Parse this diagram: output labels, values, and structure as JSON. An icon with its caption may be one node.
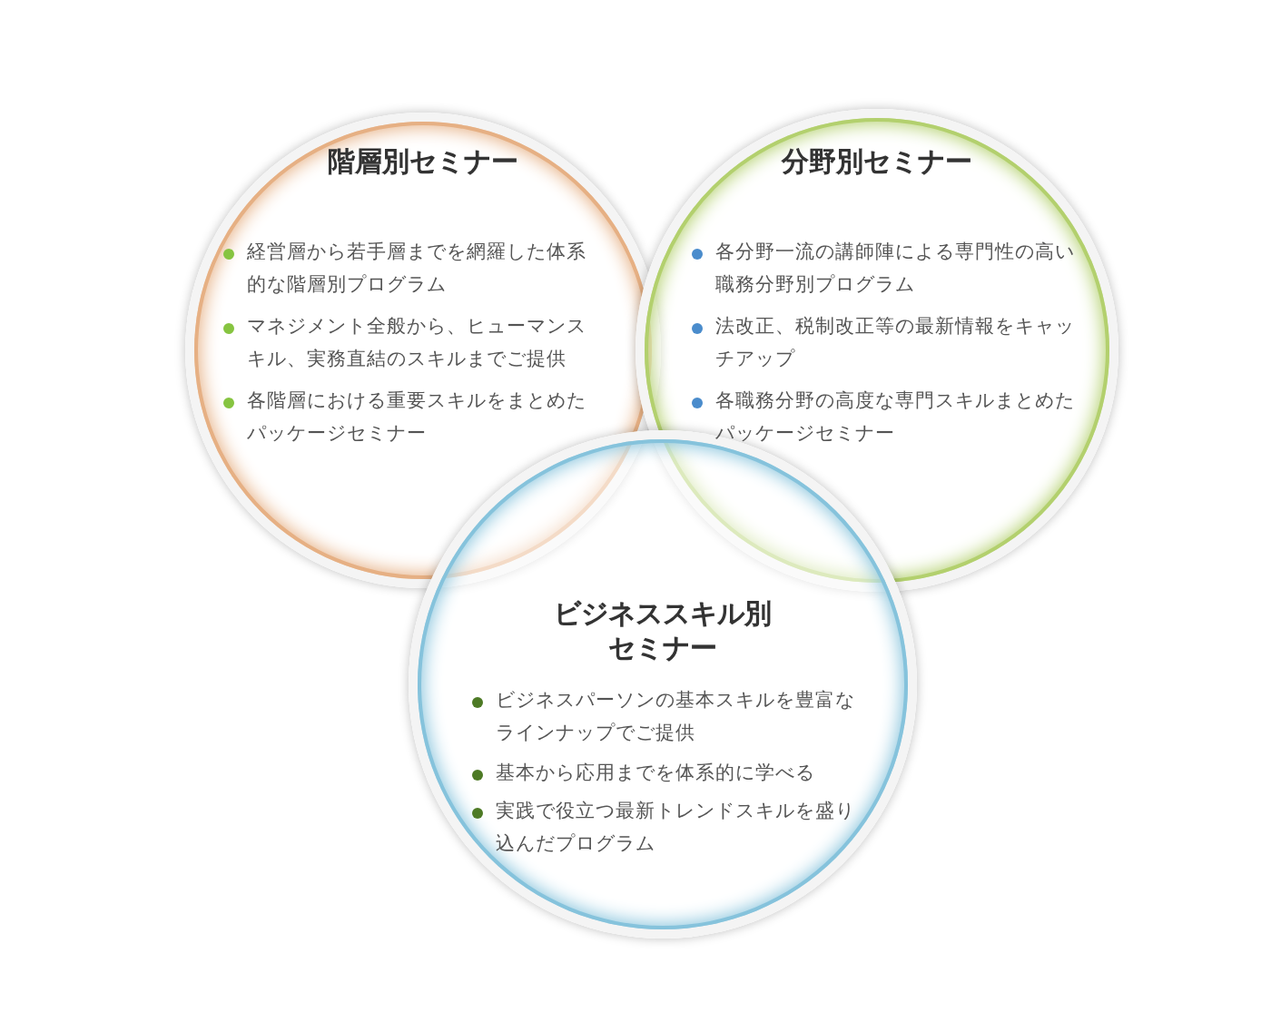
{
  "diagram": {
    "nodes": [
      {
        "text": [
          "階層別セミナー",
          "経営層から若手層までを網羅した体系的な階層別プログラム",
          "マネジメント全般から、ヒューマンスキル、実務直結のスキルまでご提供",
          "各階層における重要スキルをまとめたパッケージセミナー"
        ]
      },
      {
        "text": [
          "分野別セミナー",
          "各分野一流の講師陣による専門性の高い職務分野別プログラム",
          "法改正、税制改正等の最新情報をキャッチアップ",
          "各職務分野の高度な専門スキルまとめたパッケージセミナー"
        ]
      },
      {
        "text": [
          "ビジネススキル別セミナー",
          "ビジネスパーソンの基本スキルを豊富なラインナップでご提供",
          "基本から応用までを体系的に学べる",
          "実践で役立つ最新トレンドスキルを盛り込んだプログラム"
        ]
      }
    ]
  }
}
